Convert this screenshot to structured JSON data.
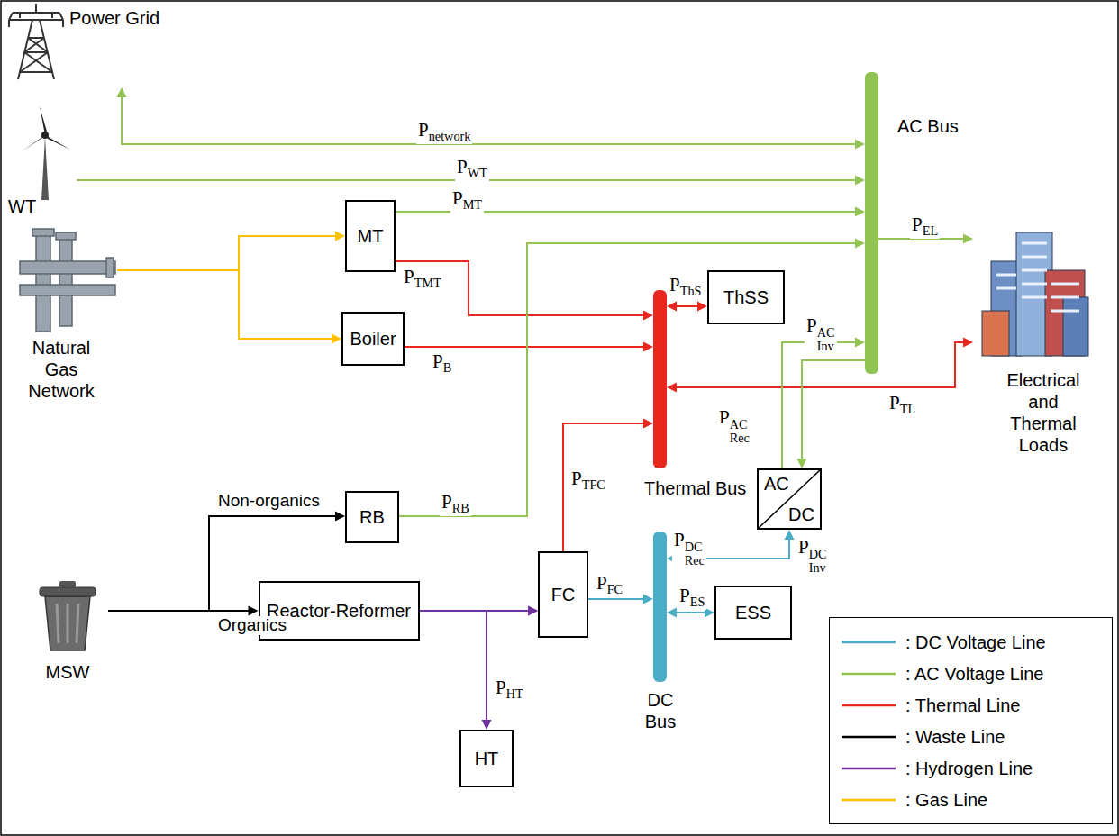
{
  "diagram": {
    "nodes": [
      {
        "text": [
          "Power Grid"
        ]
      },
      {
        "text": [
          "AC Bus"
        ]
      },
      {
        "text": [
          "WT"
        ]
      },
      {
        "text": [
          "MT"
        ]
      },
      {
        "text": [
          "Natural Gas Network"
        ]
      },
      {
        "text": [
          "Boiler"
        ]
      },
      {
        "text": [
          "ThSS"
        ]
      },
      {
        "text": [
          "Thermal Bus"
        ]
      },
      {
        "text": [
          "Electrical and Thermal Loads"
        ]
      },
      {
        "text": [
          "AC",
          "DC"
        ]
      },
      {
        "text": [
          "RB"
        ]
      },
      {
        "text": [
          "MSW"
        ]
      },
      {
        "text": [
          "Reactor-Reformer"
        ]
      },
      {
        "text": [
          "FC"
        ]
      },
      {
        "text": [
          "DC Bus"
        ]
      },
      {
        "text": [
          "ESS"
        ]
      },
      {
        "text": [
          "HT"
        ]
      }
    ],
    "edges": [
      {
        "from": 0,
        "to": 1,
        "arrow": "both",
        "label": "Pnetwork"
      },
      {
        "from": 2,
        "to": 1,
        "arrow": "to",
        "label": "PWT"
      },
      {
        "from": 3,
        "to": 1,
        "arrow": "to",
        "label": "PMT"
      },
      {
        "from": 4,
        "to": 3,
        "arrow": "to"
      },
      {
        "from": 4,
        "to": 5,
        "arrow": "to"
      },
      {
        "from": 3,
        "to": 7,
        "arrow": "to",
        "label": "PTMT"
      },
      {
        "from": 5,
        "to": 7,
        "arrow": "to",
        "label": "PB"
      },
      {
        "from": 7,
        "to": 6,
        "arrow": "both",
        "label": "PThS"
      },
      {
        "from": 1,
        "to": 8,
        "arrow": "to",
        "label": "PEL"
      },
      {
        "from": 7,
        "to": 8,
        "arrow": "both",
        "label": "PTL"
      },
      {
        "from": 9,
        "to": 1,
        "arrow": "to",
        "label": "PInvAC"
      },
      {
        "from": 1,
        "to": 9,
        "arrow": "to",
        "label": "PRecAC"
      },
      {
        "from": 14,
        "to": 9,
        "arrow": "both",
        "label": "PRecDC"
      },
      {
        "from": 13,
        "to": 7,
        "arrow": "to",
        "label": "PTFC"
      },
      {
        "from": 13,
        "to": 14,
        "arrow": "to",
        "label": "PFC"
      },
      {
        "from": 14,
        "to": 15,
        "arrow": "both",
        "label": "PES"
      },
      {
        "from": 10,
        "to": 1,
        "arrow": "to",
        "label": "PRB"
      },
      {
        "from": 11,
        "to": 10,
        "arrow": "to",
        "label": "Non-organics"
      },
      {
        "from": 11,
        "to": 12,
        "arrow": "to",
        "label": "Organics"
      },
      {
        "from": 12,
        "to": 13,
        "arrow": "to"
      },
      {
        "from": 16,
        "to": 13,
        "arrow": "both",
        "label": "PHT"
      }
    ],
    "labels": [
      "PInvDC"
    ],
    "legend": [
      {
        "text": ": DC Voltage Line"
      },
      {
        "text": ": AC Voltage Line"
      },
      {
        "text": ": Thermal Line"
      },
      {
        "text": ": Waste Line"
      },
      {
        "text": ": Hydrogen Line"
      },
      {
        "text": ": Gas Line"
      }
    ]
  }
}
